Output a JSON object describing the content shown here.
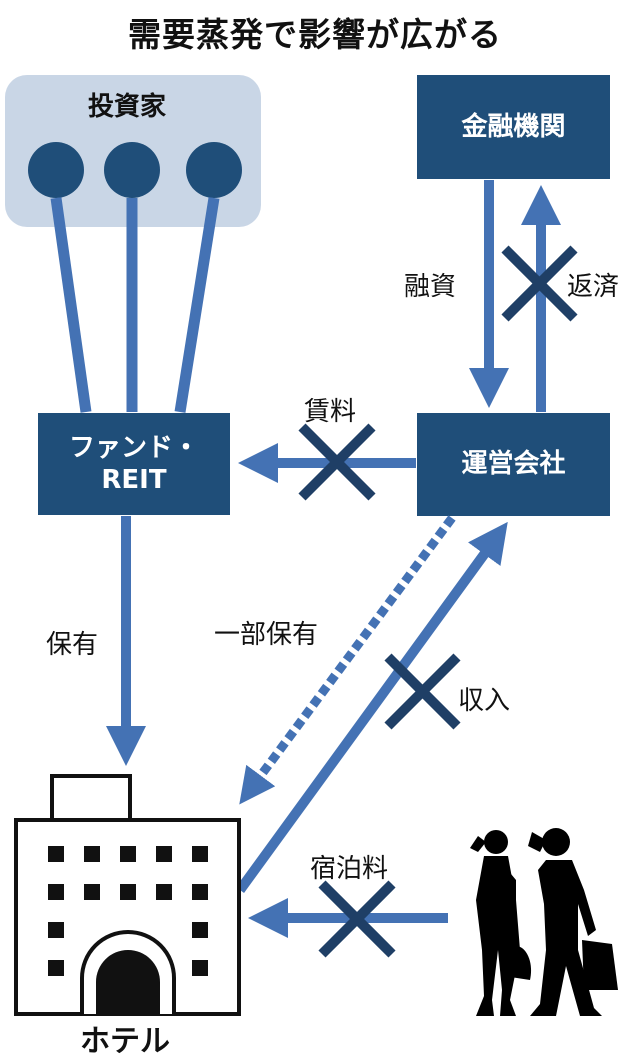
{
  "title": "需要蒸発で影響が広がる",
  "nodes": {
    "investors": "投資家",
    "bank": "金融機関",
    "fund": [
      "ファンド・",
      "REIT"
    ],
    "operator": "運営会社",
    "hotel": "ホテル"
  },
  "edges": {
    "loan": "融資",
    "repay": "返済",
    "rent": "賃料",
    "own": "保有",
    "partial_own": "一部保有",
    "income": "収入",
    "lodging_fee": "宿泊料"
  },
  "colors": {
    "box": "#1f4e79",
    "arrow": "#4472b4",
    "cross": "#1f3f66",
    "investor_bg": "#c9d6e6",
    "investor_dot": "#1f4e79"
  },
  "icons": [
    "cross-icon",
    "traveler-silhouette-icon",
    "hotel-building-icon"
  ]
}
